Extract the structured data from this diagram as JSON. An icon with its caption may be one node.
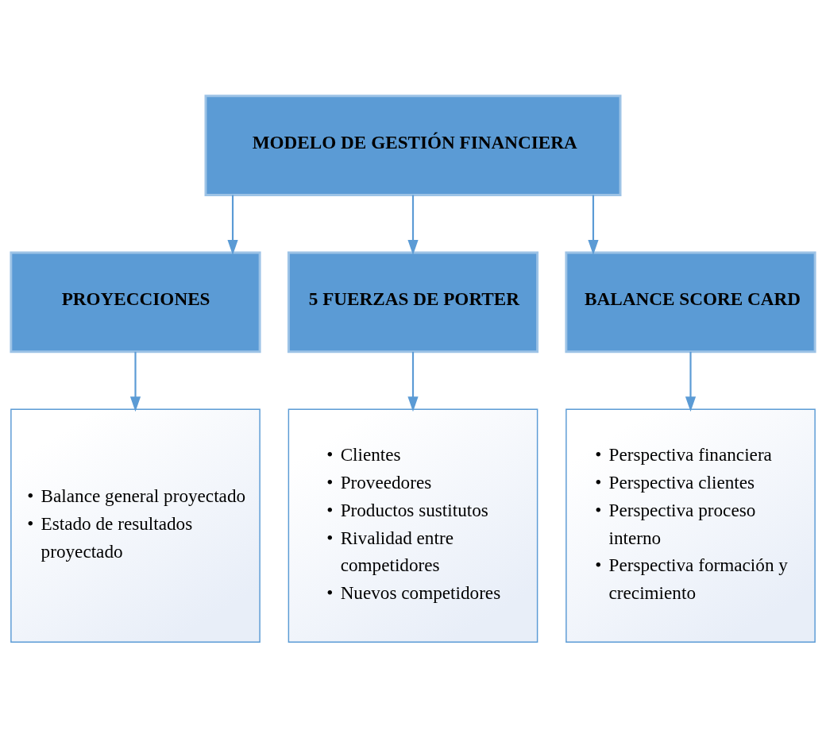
{
  "diagram": {
    "nodes": [
      {
        "text": [
          "MODELO DE GESTIÓN FINANCIERA"
        ]
      },
      {
        "text": [
          "PROYECCIONES"
        ]
      },
      {
        "text": [
          "5 FUERZAS DE PORTER"
        ]
      },
      {
        "text": [
          "BALANCE SCORE CARD"
        ]
      },
      {
        "text": [
          "• Balance general proyectado",
          "• Estado de resultados proyectado"
        ]
      },
      {
        "text": [
          "• Clientes",
          "• Proveedores",
          "• Productos sustitutos",
          "• Rivalidad entre competidores",
          "• Nuevos competidores"
        ]
      },
      {
        "text": [
          "• Perspectiva financiera",
          "• Perspectiva clientes",
          "• Perspectiva proceso interno",
          "• Perspectiva formación y crecimiento"
        ]
      }
    ],
    "edges": [
      {
        "from": 0,
        "to": 1,
        "arrow": "to"
      },
      {
        "from": 0,
        "to": 2,
        "arrow": "to"
      },
      {
        "from": 0,
        "to": 3,
        "arrow": "to"
      },
      {
        "from": 1,
        "to": 4,
        "arrow": "to"
      },
      {
        "from": 2,
        "to": 5,
        "arrow": "to"
      },
      {
        "from": 3,
        "to": 6,
        "arrow": "to"
      }
    ]
  }
}
